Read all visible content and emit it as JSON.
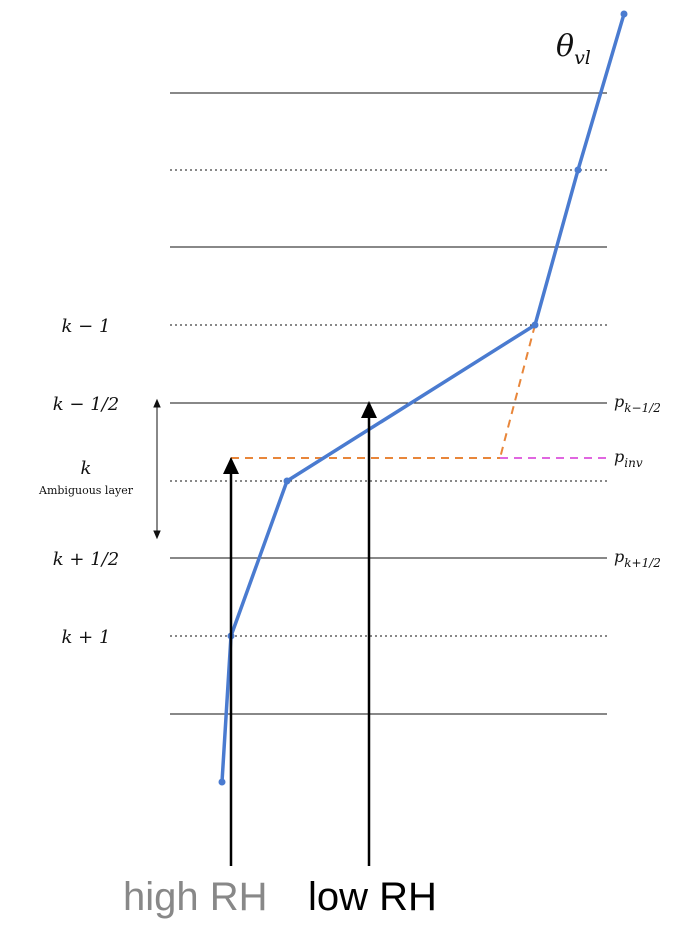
{
  "labels": {
    "theta_symbol": "θ",
    "theta_sub": "vl",
    "level_k_minus_1": "k − 1",
    "level_k_minus_half": "k − 1/2",
    "level_k": "k",
    "ambiguous_layer": "Ambiguous layer",
    "level_k_plus_half": "k + 1/2",
    "level_k_plus_1": "k + 1",
    "p_symbol": "p",
    "p_k_minus_half_sub": "k−1/2",
    "p_inv_sub": "inv",
    "p_k_plus_half_sub": "k+1/2"
  },
  "captions": {
    "high_rh": "high RH",
    "low_rh": "low RH"
  },
  "colors": {
    "profile": "#4a7bd0",
    "interp_dashed": "#e8863a",
    "inversion_dashed": "#e066e0",
    "level_line": "#111111",
    "arrow": "#000000",
    "high_rh_text": "#888888",
    "low_rh_text": "#000000"
  }
}
